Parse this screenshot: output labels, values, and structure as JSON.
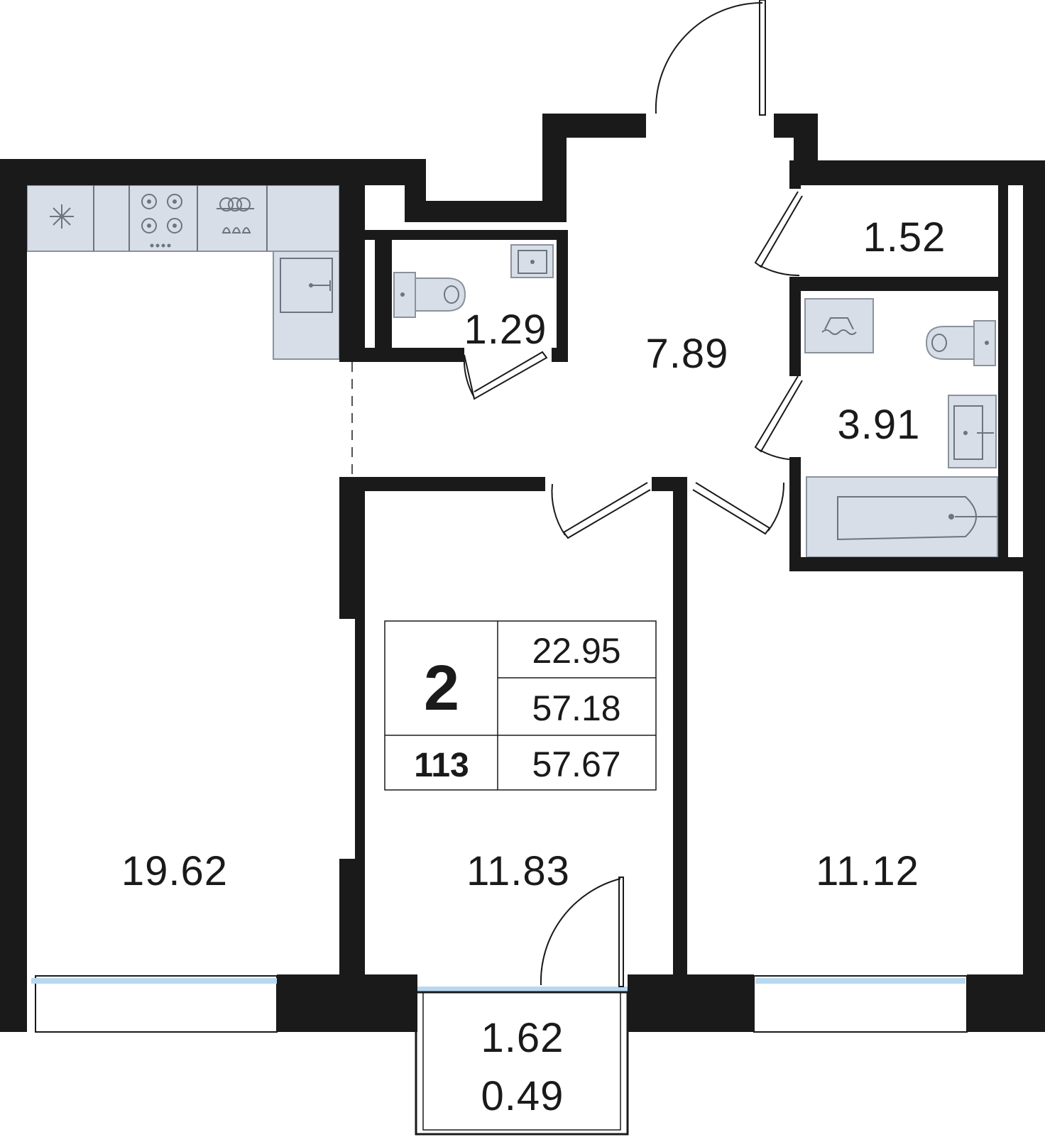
{
  "plan": {
    "rooms": {
      "living_kitchen": "19.62",
      "bedroom_center": "11.83",
      "bedroom_right": "11.12",
      "hallway": "7.89",
      "toilet": "1.29",
      "storage": "1.52",
      "bathroom": "3.91",
      "balcony_area": "1.62",
      "balcony_reduced": "0.49"
    },
    "info": {
      "rooms_count": "2",
      "apartment_number": "113",
      "living_area": "22.95",
      "total_area": "57.18",
      "total_with_balcony": "57.67"
    },
    "colors": {
      "wall": "#1a1a1a",
      "fixture": "#d8dee8",
      "window": "#b8d8f0"
    }
  }
}
